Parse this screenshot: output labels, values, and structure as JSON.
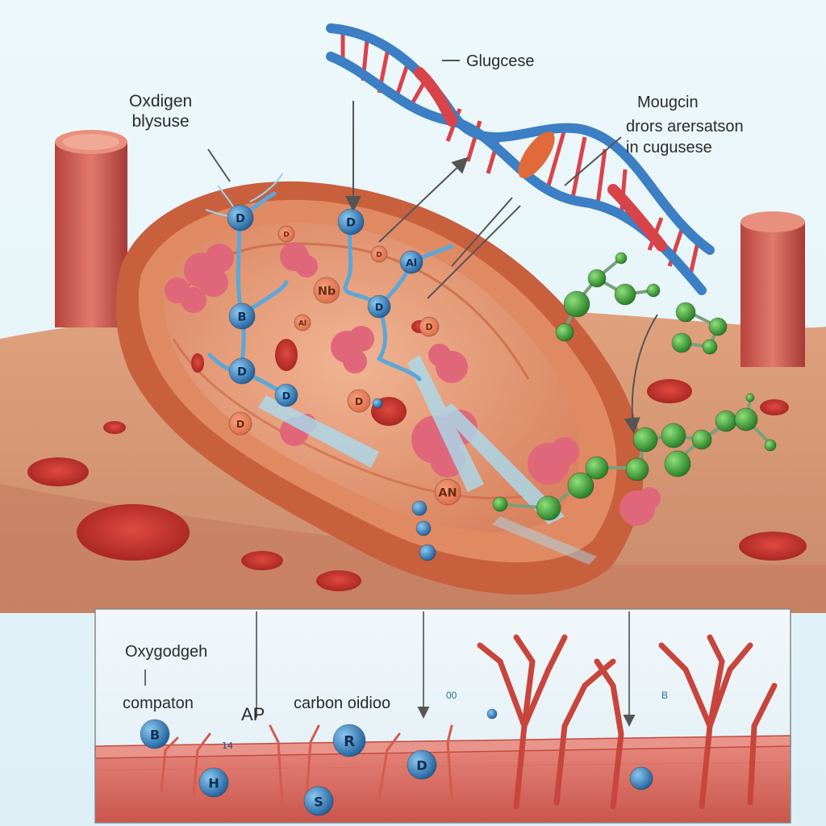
{
  "labels": {
    "top_left": {
      "line1": "Oxdigen",
      "line2": "blysuse"
    },
    "top_center": "Glugcese",
    "top_right": {
      "line1": "Mougcin",
      "line2": "drors arersatson",
      "line3": "in cugusese"
    },
    "inset_oxy": "Oxygodgeh",
    "inset_comp": "compaton",
    "inset_ap": "AP",
    "inset_co2": "carbon oidioo",
    "inset_small_1": "00",
    "inset_small_2": "B"
  },
  "molecule_letters": {
    "cell": [
      "D",
      "D",
      "B",
      "D",
      "D",
      "Al",
      "D",
      "D",
      "D",
      "Nb",
      "Al",
      "D",
      "D",
      "D",
      "AN"
    ],
    "inset": [
      "B",
      "14",
      "H",
      "S",
      "R",
      "D"
    ]
  },
  "colors": {
    "sky": "#dff1f7",
    "cell_wall": "#d9744f",
    "cell_inner": "#e89a75",
    "dna_blue": "#3c7fc4",
    "dna_red": "#d9434a",
    "blue_atom": "#2f7fc1",
    "green_atom": "#3aa83c",
    "blood_cell": "#c9302c",
    "tissue": "#e07a6c"
  }
}
